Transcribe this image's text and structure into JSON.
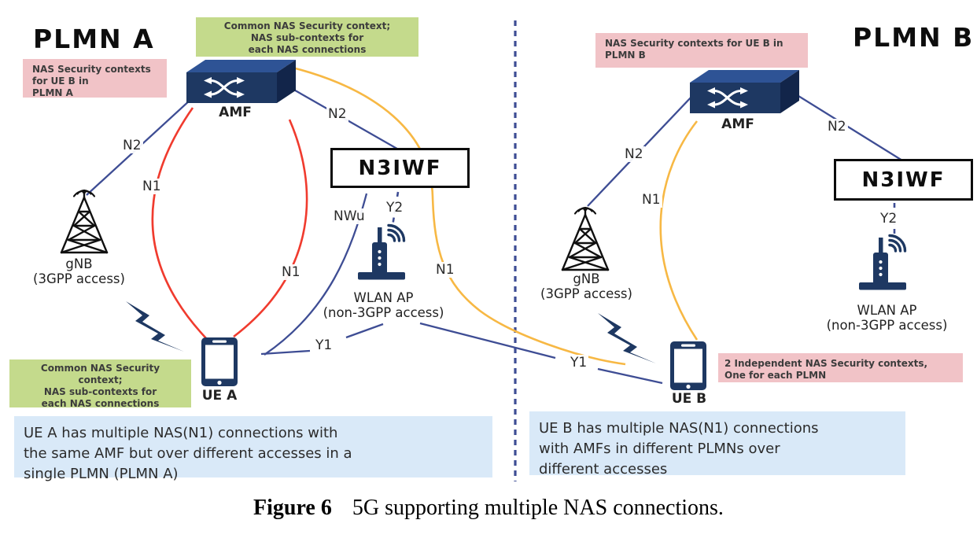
{
  "figure_caption": {
    "label": "Figure 6",
    "text": "5G supporting multiple NAS connections."
  },
  "plmn_a": {
    "title": "PLMN A",
    "pink_note": "NAS Security contexts\nfor UE B in\nPLMN A",
    "green_note_top": "Common NAS Security context;\nNAS sub-contexts for\neach NAS connections",
    "green_note_bottom": "Common NAS Security\ncontext;\nNAS sub-contexts for\neach NAS connections",
    "summary": "UE A has multiple NAS(N1) connections with\nthe same AMF but over different accesses in a\nsingle PLMN (PLMN A)",
    "nodes": {
      "amf": "AMF",
      "n3iwf": "N3IWF",
      "gnb": "gNB\n(3GPP access)",
      "wlan_ap": "WLAN AP\n(non-3GPP access)",
      "ue": "UE A"
    },
    "links": {
      "n2_gnb": "N2",
      "n2_n3iwf": "N2",
      "n1_3gpp": "N1",
      "n1_non3gpp": "N1",
      "n1_to_ue_b": "N1",
      "nwu": "NWu",
      "y2": "Y2",
      "y1": "Y1"
    }
  },
  "plmn_b": {
    "title": "PLMN B",
    "pink_note": "NAS Security contexts for UE B in\nPLMN B",
    "pink_note_ue": "2 Independent NAS Security contexts,\nOne for each PLMN",
    "summary": "UE B has multiple NAS(N1) connections\nwith AMFs in different PLMNs over\ndifferent accesses",
    "nodes": {
      "amf": "AMF",
      "n3iwf": "N3IWF",
      "gnb": "gNB\n(3GPP access)",
      "wlan_ap": "WLAN AP\n(non-3GPP access)",
      "ue": "UE B"
    },
    "links": {
      "n2_gnb": "N2",
      "n2_n3iwf": "N2",
      "n1": "N1",
      "y2": "Y2",
      "y1": "Y1"
    }
  },
  "colors": {
    "icon_navy": "#1e3862",
    "cube_top": "#2e5395",
    "cube_side": "#12254a",
    "line_blue": "#3e4d94",
    "line_red": "#f03b2e",
    "line_yellow": "#f7b844",
    "green_box_bg": "#c4da8c",
    "pink_box_bg": "#f1c3c7",
    "blue_box_bg": "#d9e9f8"
  }
}
